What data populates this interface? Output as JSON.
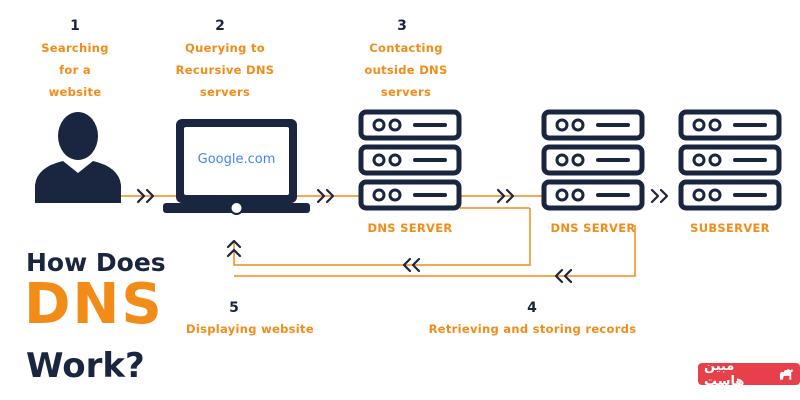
{
  "steps": [
    {
      "num": "1",
      "label_lines": [
        "Searching",
        "for a",
        "website"
      ]
    },
    {
      "num": "2",
      "label_lines": [
        "Querying to",
        "Recursive DNS",
        "servers"
      ]
    },
    {
      "num": "3",
      "label_lines": [
        "Contacting",
        "outside DNS",
        "servers"
      ]
    },
    {
      "num": "4",
      "label_lines": [
        "Retrieving and storing records"
      ]
    },
    {
      "num": "5",
      "label_lines": [
        "Displaying website"
      ]
    }
  ],
  "nodes": {
    "user": {
      "icon": "user-icon"
    },
    "laptop": {
      "icon": "laptop-icon",
      "screen_text": "Google.com"
    },
    "dns_server_1": {
      "icon": "server-icon",
      "label": "DNS server"
    },
    "dns_server_2": {
      "icon": "server-icon",
      "label": "DNS server"
    },
    "subserver": {
      "icon": "server-icon",
      "label": "Subserver"
    }
  },
  "title": {
    "line1": "How Does",
    "line2": "DNS",
    "line3": "Work?"
  },
  "brand": {
    "text": "مبين هاست",
    "icon": "camel-icon"
  },
  "colors": {
    "navy": "#1a2540",
    "orange": "#f28c18",
    "brand_red": "#e8404a",
    "google_blue": "#4285f4",
    "google_red": "#ea4335",
    "google_yellow": "#fbbc05",
    "google_green": "#34a853"
  }
}
